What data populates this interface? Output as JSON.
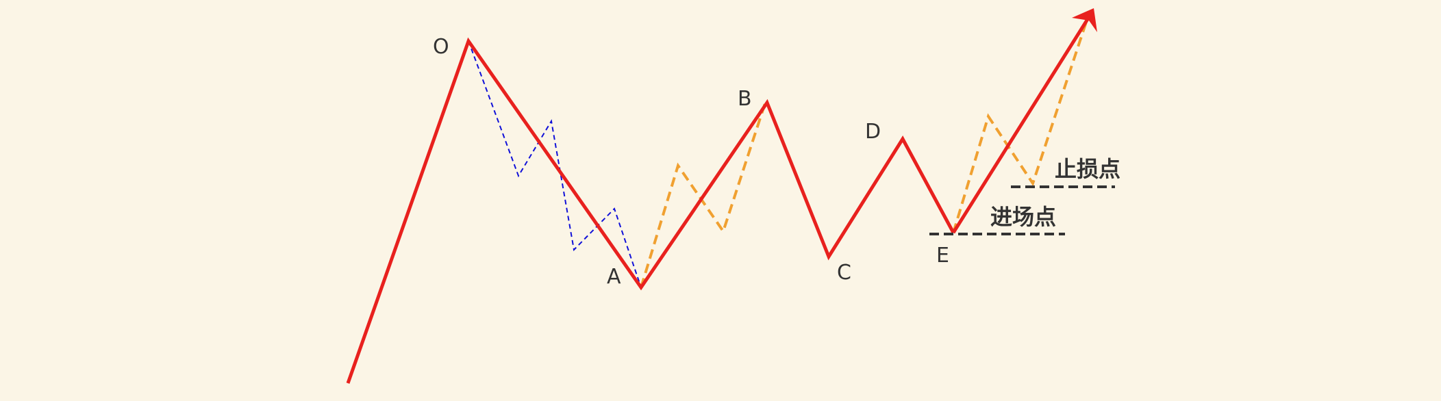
{
  "colors": {
    "background": "#fbf5e6",
    "main_wave": "#e8211e",
    "sub_wave_blue": "#1010d8",
    "sub_wave_orange": "#f0a030",
    "level_line": "#333333",
    "label": "#333333"
  },
  "labels": {
    "O": "O",
    "A": "A",
    "B": "B",
    "C": "C",
    "D": "D",
    "E": "E",
    "stop_loss": "止损点",
    "entry": "进场点"
  }
}
